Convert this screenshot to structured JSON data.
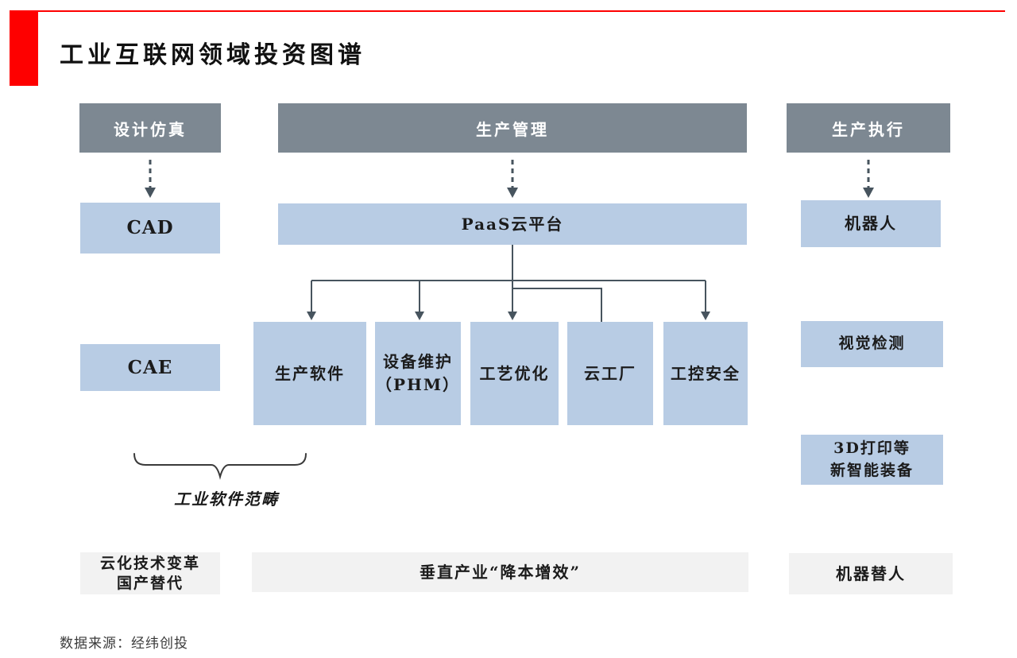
{
  "title": "工业互联网领域投资图谱",
  "footer": {
    "source": "数据来源：经纬创投"
  },
  "colors": {
    "accent_red": "#fe0000",
    "header_gray": "#7d8892",
    "box_blue": "#b8cce4",
    "box_light_gray": "#f2f2f2",
    "connector": "#47545e",
    "title_text": "#111111"
  },
  "diagram": {
    "headers": [
      {
        "label": "设计仿真"
      },
      {
        "label": "生产管理"
      },
      {
        "label": "生产执行"
      }
    ],
    "platforms": [
      {
        "label": "CAD"
      },
      {
        "label": "PaaS云平台"
      },
      {
        "label": "机器人"
      }
    ],
    "left_column": {
      "cae_label": "CAE",
      "brace_label": "工业软件范畴"
    },
    "paas_children": [
      {
        "label": "生产软件"
      },
      {
        "label": "设备维护\n（PHM）"
      },
      {
        "label": "工艺优化"
      },
      {
        "label": "云工厂"
      },
      {
        "label": "工控安全"
      }
    ],
    "right_column": [
      {
        "label": "视觉检测"
      },
      {
        "label": "3D打印等\n新智能装备"
      }
    ],
    "bottom_row": [
      {
        "label": "云化技术变革\n国产替代"
      },
      {
        "label": "垂直产业“降本增效”"
      },
      {
        "label": "机器替人"
      }
    ]
  }
}
